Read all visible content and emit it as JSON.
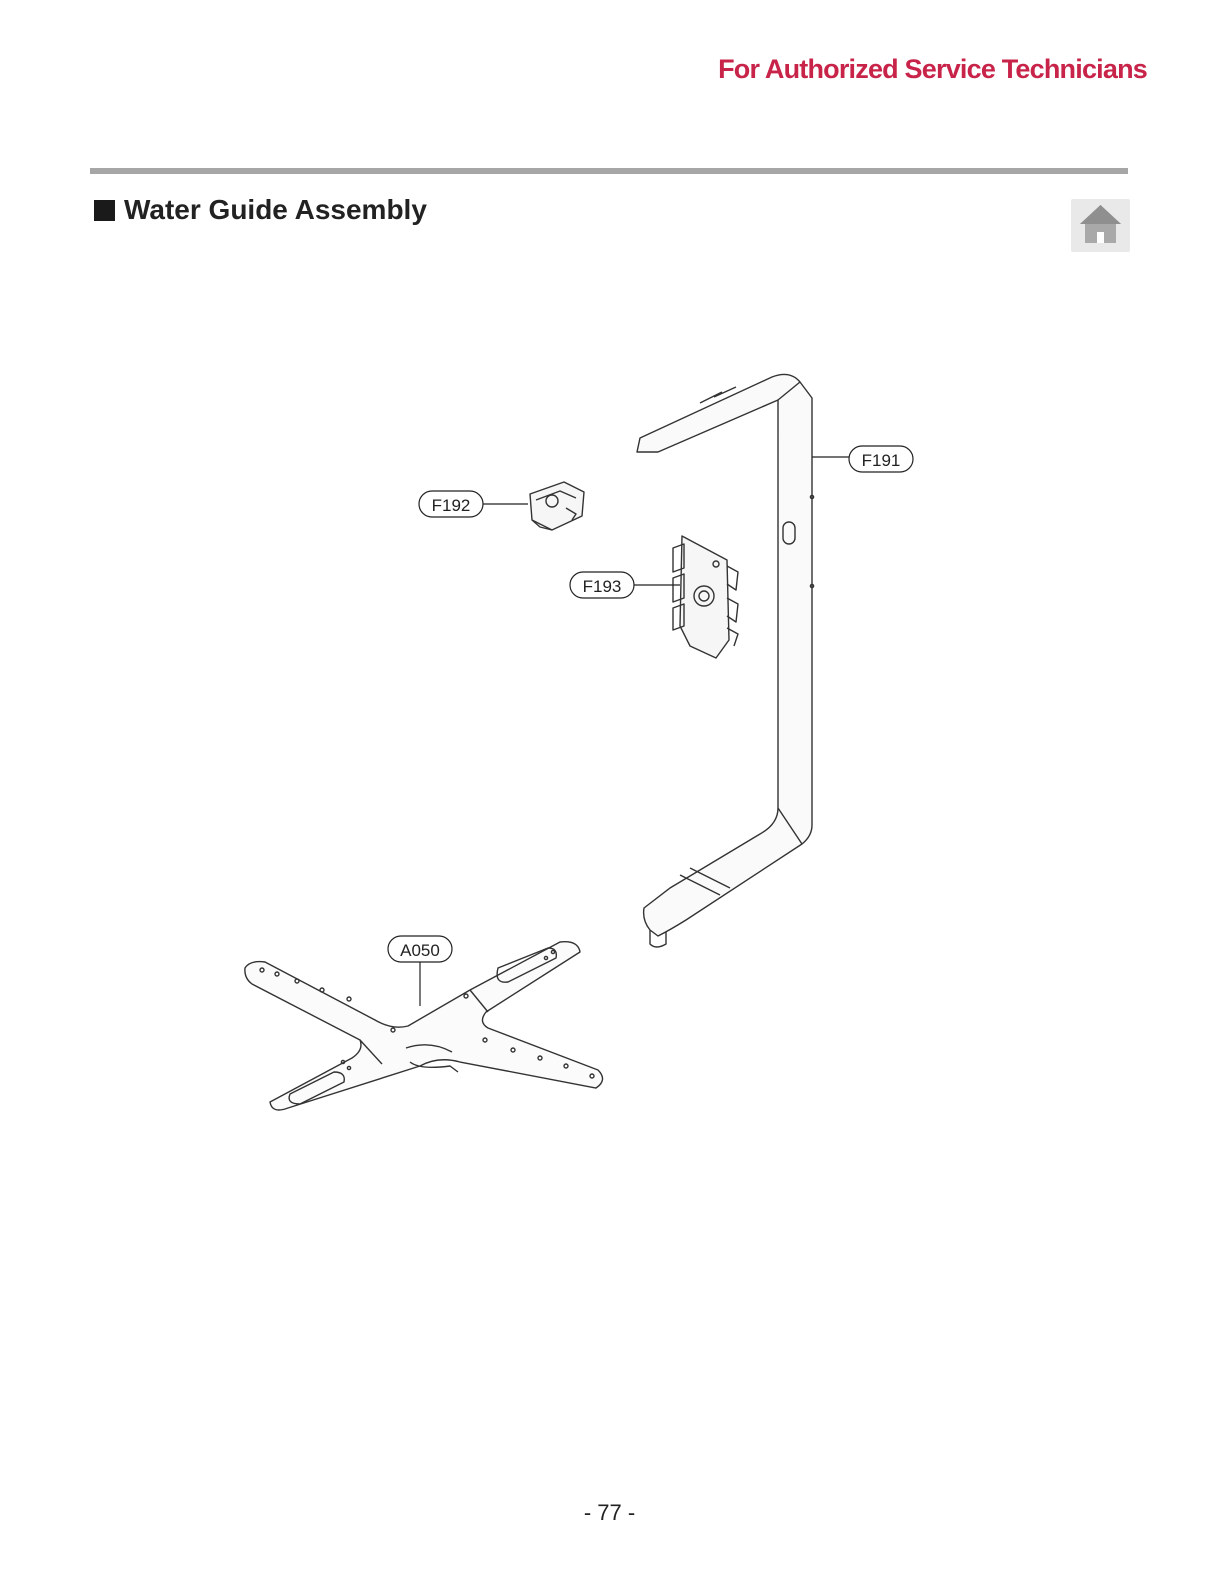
{
  "header": {
    "note": "For Authorized Service Technicians"
  },
  "section": {
    "title": "Water Guide Assembly"
  },
  "home_button": {
    "icon": "home-icon"
  },
  "diagram": {
    "callouts": [
      {
        "id": "F191",
        "label": "F191"
      },
      {
        "id": "F192",
        "label": "F192"
      },
      {
        "id": "F193",
        "label": "F193"
      },
      {
        "id": "A050",
        "label": "A050"
      }
    ]
  },
  "footer": {
    "page_number": "- 77 -"
  },
  "colors": {
    "accent": "#c8244a",
    "rule": "#a6a6a6",
    "home_bg": "#e9e9e9"
  }
}
